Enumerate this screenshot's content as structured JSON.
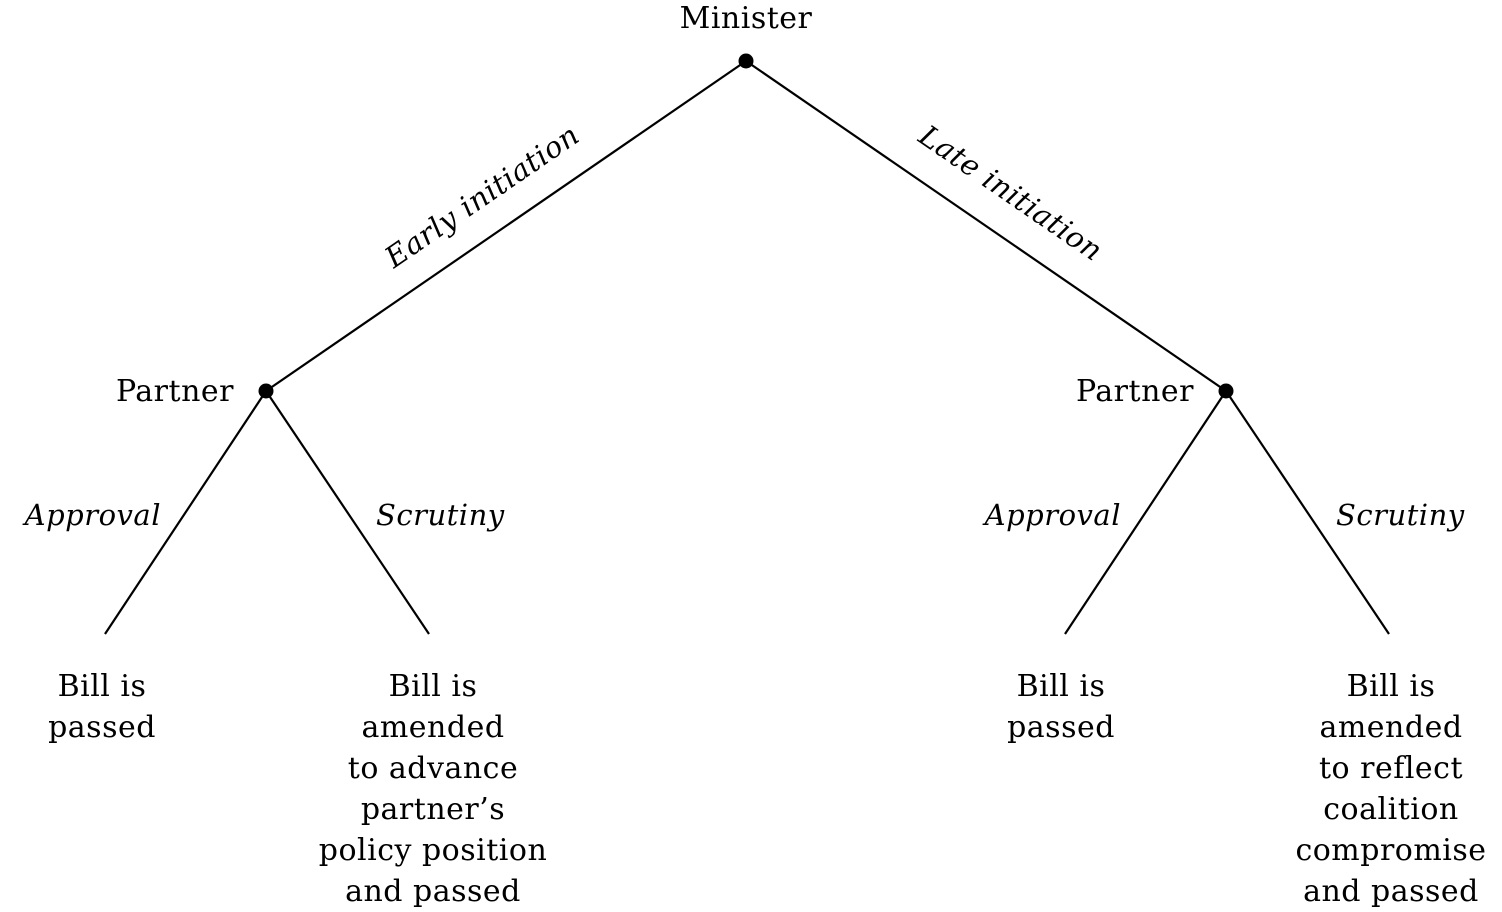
{
  "root": {
    "player": "Minister"
  },
  "moves": {
    "early": "Early initiation",
    "late": "Late initiation"
  },
  "nodes": {
    "left_partner": "Partner",
    "right_partner": "Partner"
  },
  "actions": {
    "left_approval": "Approval",
    "left_scrutiny": "Scrutiny",
    "right_approval": "Approval",
    "right_scrutiny": "Scrutiny"
  },
  "outcomes": {
    "early_approval": [
      "Bill is",
      "passed"
    ],
    "early_scrutiny": [
      "Bill is",
      "amended",
      "to advance",
      "partner’s",
      "policy position",
      "and passed"
    ],
    "late_approval": [
      "Bill is",
      "passed"
    ],
    "late_scrutiny": [
      "Bill is",
      "amended",
      "to reflect",
      "coalition",
      "compromise",
      "and passed"
    ]
  }
}
